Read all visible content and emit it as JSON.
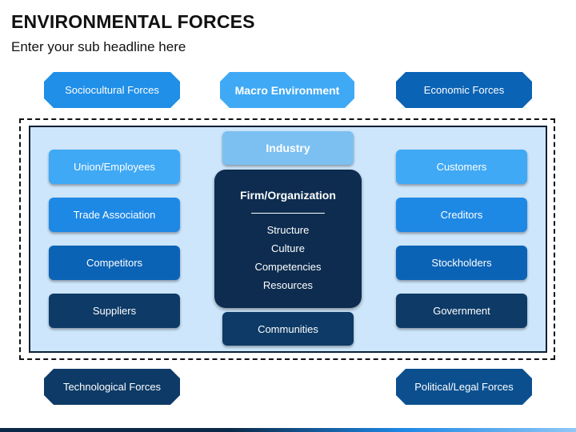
{
  "title": "ENVIRONMENTAL FORCES",
  "subtitle": "Enter your sub headline here",
  "outer_forces": {
    "sociocultural": "Sociocultural Forces",
    "macro": "Macro Environment",
    "economic": "Economic Forces",
    "technological": "Technological Forces",
    "political": "Political/Legal Forces"
  },
  "industry": "Industry",
  "communities": "Communities",
  "firm": {
    "title": "Firm/Organization",
    "items": [
      "Structure",
      "Culture",
      "Competencies",
      "Resources"
    ]
  },
  "left_boxes": [
    "Union/Employees",
    "Trade Association",
    "Competitors",
    "Suppliers"
  ],
  "right_boxes": [
    "Customers",
    "Creditors",
    "Stockholders",
    "Government"
  ],
  "colors": {
    "light_blue": "#3fa9f5",
    "mid_blue": "#1e88e5",
    "dark_blue": "#0b5ea8",
    "navy": "#0d3a66",
    "deep_navy": "#0d2c4f",
    "panel_bg": "#cde6fb",
    "industry_bg": "#7cc0f2"
  }
}
